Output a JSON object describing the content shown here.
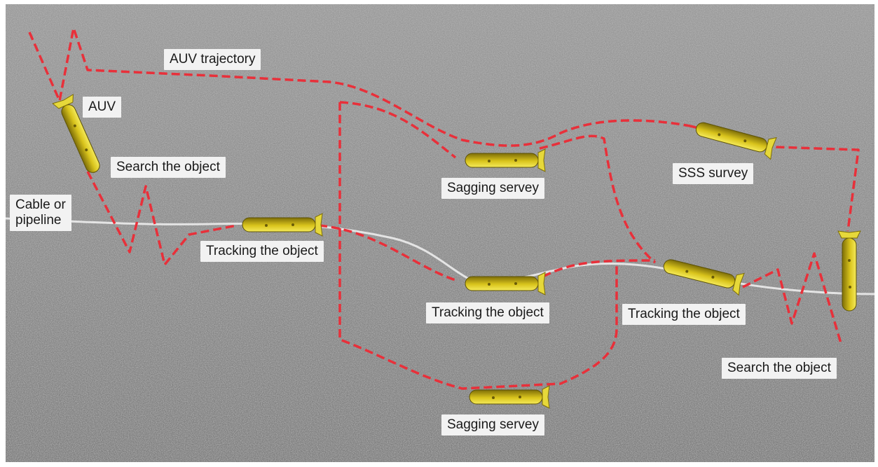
{
  "labels": {
    "trajectory": "AUV trajectory",
    "auv": "AUV",
    "search_left": "Search the object",
    "cable": "Cable or\npipeline",
    "track_1": "Tracking the object",
    "track_2": "Tracking the object",
    "track_3": "Tracking the object",
    "sag_top": "Sagging servey",
    "sag_bottom": "Sagging servey",
    "sss": "SSS survey",
    "search_right": "Search the object"
  },
  "colors": {
    "trajectory": "#e8303a",
    "auv_body": "#d4c21a",
    "cable": "#e4e4e4",
    "label_bg": "#f2f2f2",
    "seabed": "#8f8f8f"
  }
}
